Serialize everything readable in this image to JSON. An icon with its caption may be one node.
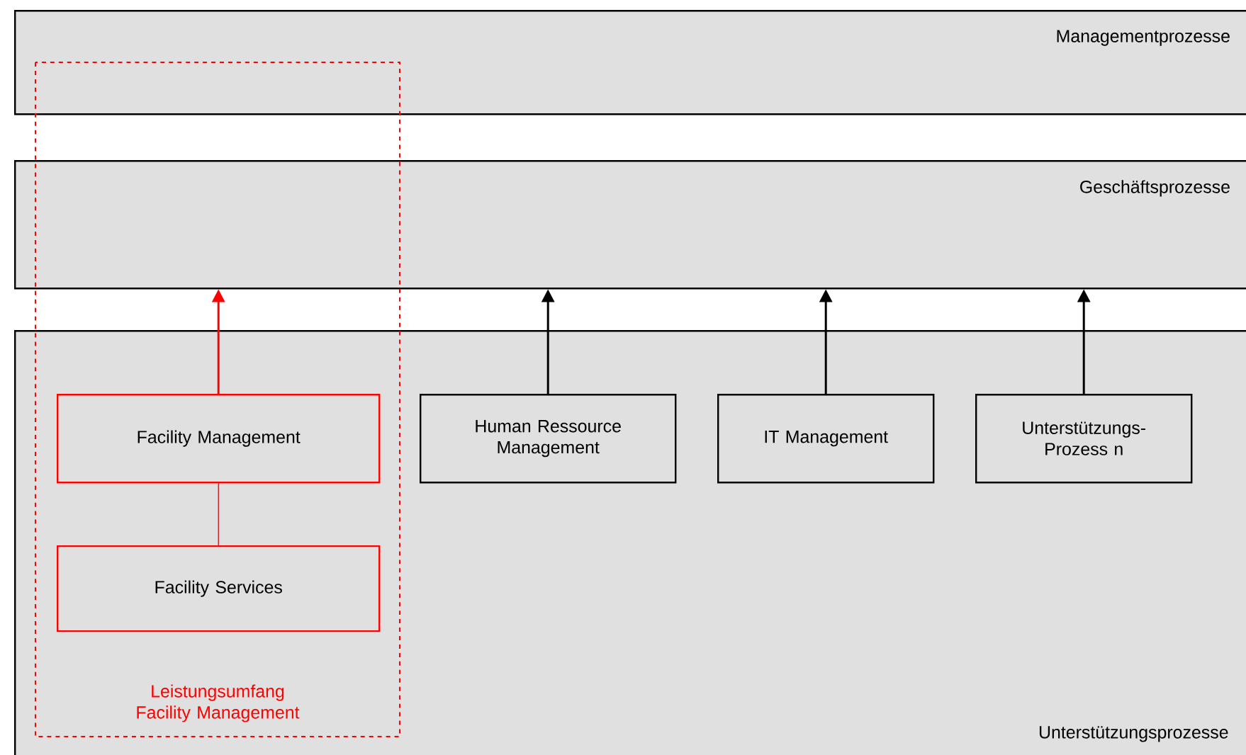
{
  "diagram": {
    "nodes": [
      {
        "text": [
          "Managementprozesse"
        ]
      },
      {
        "text": [
          "Geschäftsprozesse"
        ]
      },
      {
        "text": [
          "Unterstützungsprozesse"
        ]
      },
      {
        "text": [
          "Facility Management"
        ],
        "in": 2
      },
      {
        "text": [
          "Facility Services"
        ],
        "in": 2
      },
      {
        "text": [
          "Human Ressource Management"
        ],
        "in": 2
      },
      {
        "text": [
          "IT Management"
        ],
        "in": 2
      },
      {
        "text": [
          "Unterstützungs-Prozess n"
        ],
        "in": 2
      }
    ],
    "edges": [
      {
        "from": 3,
        "to": 1,
        "arrow": "to",
        "color": "#ff0000"
      },
      {
        "from": 5,
        "to": 1,
        "arrow": "to"
      },
      {
        "from": 6,
        "to": 1,
        "arrow": "to"
      },
      {
        "from": 7,
        "to": 1,
        "arrow": "to"
      },
      {
        "from": 3,
        "to": 4,
        "arrow": "none",
        "color": "#c00000"
      }
    ],
    "labels": [
      "Leistungsumfang Facility Management"
    ]
  }
}
